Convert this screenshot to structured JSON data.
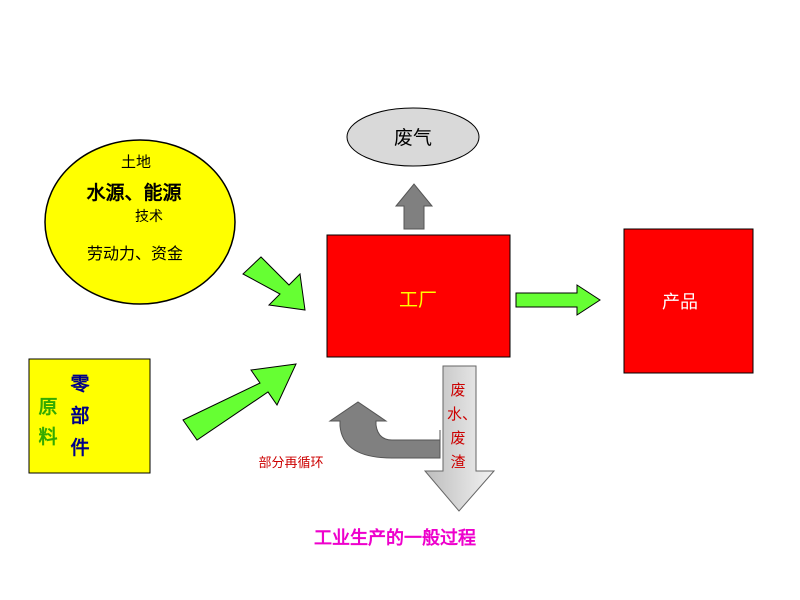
{
  "inputs": {
    "line1": "土地",
    "line2": "水源、能源",
    "line3": "技术",
    "line4": "劳动力、资金"
  },
  "raw_materials": {
    "left_top": "原",
    "left_bottom": "料",
    "right_top": "零",
    "right_mid": "部",
    "right_bottom": "件"
  },
  "factory": {
    "label": "工厂"
  },
  "product": {
    "label": "产品"
  },
  "waste_gas": {
    "label": "废气"
  },
  "waste_water": {
    "line1": "废",
    "line2": "水、",
    "line3": "废",
    "line4": "渣"
  },
  "recycle": {
    "label": "部分再循环"
  },
  "caption": "工业生产的一般过程",
  "colors": {
    "ellipse_fill": "#ffff00",
    "factory_fill": "#ff0000",
    "factory_text": "#ffff00",
    "product_fill": "#ff0000",
    "green_arrow": "#66ff33",
    "gray_arrow": "#808080",
    "waste_gas_fill": "#d9d9d9",
    "waste_text": "#cc0000",
    "caption_color": "#ee00cc",
    "yuan_color": "#33aa00",
    "lingbujian_color": "#000088"
  }
}
